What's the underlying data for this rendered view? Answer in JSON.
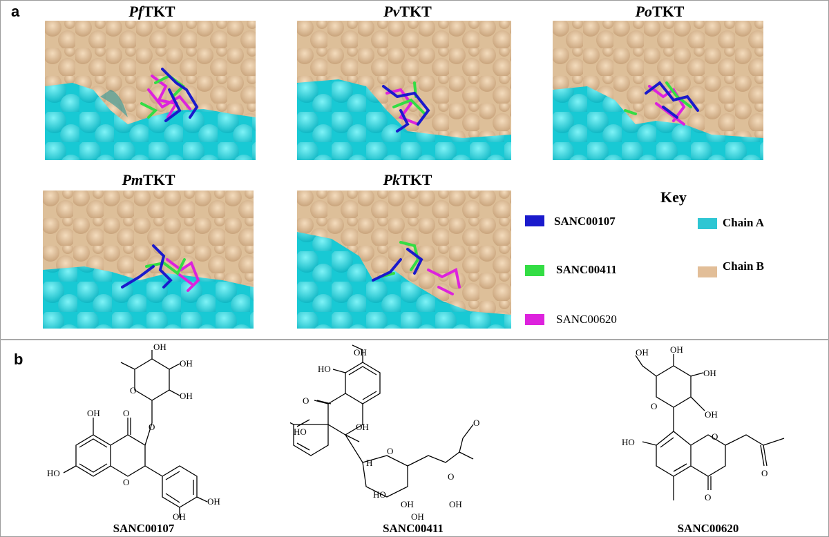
{
  "panel_a": {
    "letter": "a",
    "structures": [
      {
        "prefix": "Pf",
        "suffix": "TKT"
      },
      {
        "prefix": "Pv",
        "suffix": "TKT"
      },
      {
        "prefix": "Po",
        "suffix": "TKT"
      },
      {
        "prefix": "Pm",
        "suffix": "TKT"
      },
      {
        "prefix": "Pk",
        "suffix": "TKT"
      }
    ],
    "key": {
      "title": "Key",
      "ligands": [
        {
          "label": "SANC00107",
          "color": "#1a1acc"
        },
        {
          "label": "SANC00411",
          "color": "#33dd44"
        },
        {
          "label": "SANC00620",
          "color": "#dd22dd"
        }
      ],
      "chains": [
        {
          "label": "Chain A",
          "color": "#2ec6d3"
        },
        {
          "label": "Chain B",
          "color": "#e2be98"
        }
      ]
    },
    "colors": {
      "chain_a": "#18d2dc",
      "chain_b": "#ddbf99"
    }
  },
  "panel_b": {
    "letter": "b",
    "molecules": [
      {
        "name": "SANC00107",
        "groups": [
          "OH",
          "OH",
          "OH",
          "O",
          "O",
          "O",
          "OH",
          "O",
          "O",
          "HO",
          "OH",
          "OH",
          "HO"
        ]
      },
      {
        "name": "SANC00411",
        "groups": [
          "OH",
          "HO",
          "O",
          "HO",
          "OH",
          "O",
          "H",
          "O",
          "O",
          "OH",
          "HO",
          "OH",
          "OH"
        ]
      },
      {
        "name": "SANC00620",
        "groups": [
          "OH",
          "OH",
          "OH",
          "O",
          "OH",
          "OH",
          "HO",
          "O",
          "O",
          "O"
        ]
      }
    ]
  }
}
